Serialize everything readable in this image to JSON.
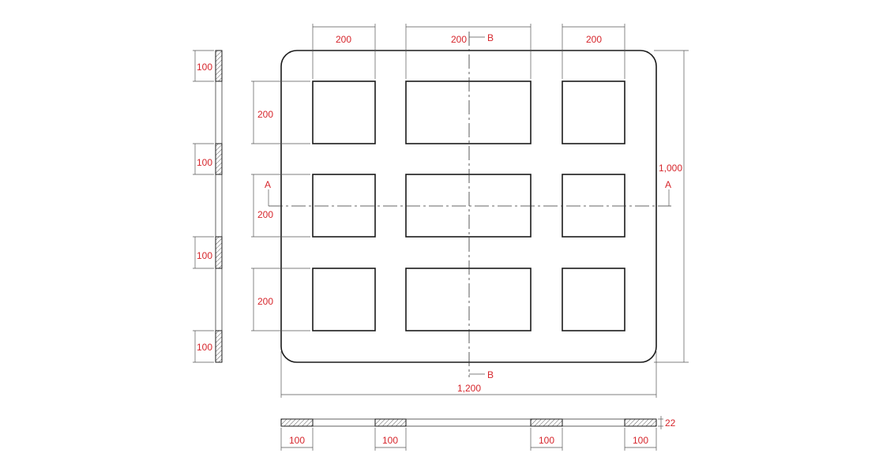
{
  "colors": {
    "line": "#1a1a1a",
    "dimension_text": "#d6252b",
    "background": "#ffffff"
  },
  "plan": {
    "overall_width": "1,200",
    "overall_height": "1,000",
    "opening_widths": [
      "200",
      "200",
      "200"
    ],
    "opening_heights": [
      "200",
      "200",
      "200"
    ],
    "section_marks": {
      "horizontal": "A",
      "vertical": "B"
    }
  },
  "side_section": {
    "strip_widths": [
      "100",
      "100",
      "100",
      "100"
    ]
  },
  "bottom_section": {
    "strip_widths": [
      "100",
      "100",
      "100",
      "100"
    ],
    "thickness": "22"
  }
}
